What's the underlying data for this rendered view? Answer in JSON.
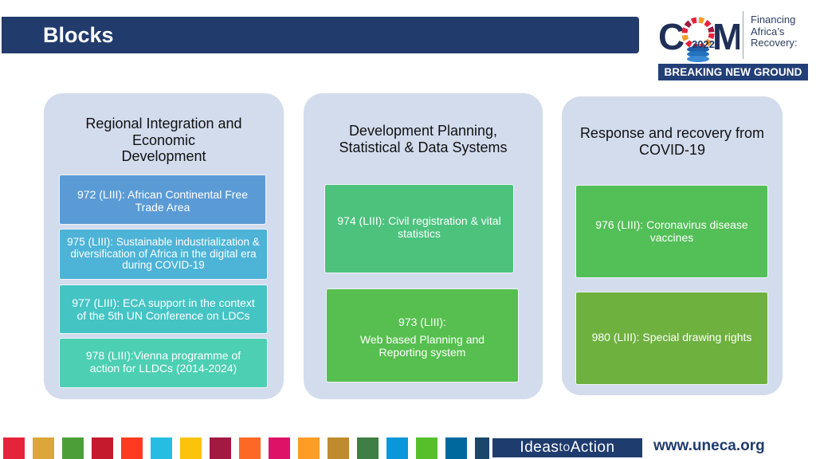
{
  "slide": {
    "title": "Blocks"
  },
  "logo": {
    "letters": [
      "C",
      "M"
    ],
    "year": "2022",
    "tagline": [
      "Financing",
      "Africa’s",
      "Recovery:"
    ],
    "banner": "BREAKING NEW GROUND"
  },
  "columns": [
    {
      "title": [
        "Regional Integration and",
        "Economic",
        "Development"
      ],
      "blocks": [
        {
          "lines": [
            "972 (LIII): African Continental Free",
            "Trade Area"
          ],
          "color": "#5b9bd5"
        },
        {
          "lines": [
            "975 (LIII): Sustainable industrialization &",
            "diversification of Africa in the digital era",
            "during COVID-19"
          ],
          "color": "#4db3d7"
        },
        {
          "lines": [
            "977 (LIII): ECA support in the context",
            "of the 5th UN Conference on LDCs"
          ],
          "color": "#45c4c4"
        },
        {
          "lines": [
            "978 (LIII):Vienna programme of",
            "action for LLDCs (2014-2024)"
          ],
          "color": "#4dcfb3"
        }
      ]
    },
    {
      "title": [
        "Development Planning,",
        "Statistical & Data Systems"
      ],
      "blocks": [
        {
          "lines": [
            "974 (LIII): Civil registration & vital",
            "statistics"
          ],
          "color": "#4cc27d"
        },
        {
          "lines": [
            "973 (LIII):",
            "Web based Planning and",
            "Reporting system"
          ],
          "color": "#56bf4f"
        }
      ]
    },
    {
      "title": [
        "Response and recovery from",
        "COVID-19"
      ],
      "blocks": [
        {
          "lines": [
            "976 (LIII): Coronavirus disease",
            "vaccines"
          ],
          "color": "#53bf57"
        },
        {
          "lines": [
            "980 (LIII): Special drawing rights"
          ],
          "color": "#6fb13f"
        }
      ]
    }
  ],
  "footer": {
    "sdg_colors": [
      "#e5243b",
      "#dda63a",
      "#4c9f38",
      "#c5192d",
      "#ff3a21",
      "#26bde2",
      "#fcc30b",
      "#a21942",
      "#fd6925",
      "#dd1367",
      "#fd9d24",
      "#bf8b2e",
      "#3f7e44",
      "#0a97d9",
      "#56c02b",
      "#00689d",
      "#19486a"
    ],
    "brand_prefix": "Ideas",
    "brand_connector": "to",
    "brand_suffix": "Action",
    "url": "www.uneca.org"
  }
}
